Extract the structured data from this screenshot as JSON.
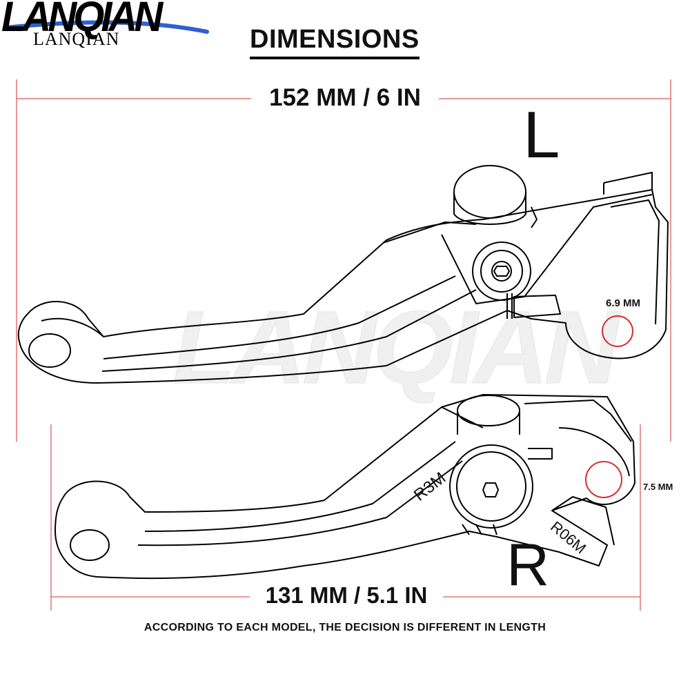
{
  "brand": {
    "logo": "LANQIAN",
    "logo_sub": "LANQIAN",
    "watermark": "LANQIAN"
  },
  "heading": "DIMENSIONS",
  "dimensions": {
    "overall_length": "152 MM / 6 IN",
    "short_length": "131 MM / 5.1 IN"
  },
  "levers": {
    "left_label": "L",
    "right_label": "R",
    "left_hole": "6.9 MM",
    "right_hole": "7.5 MM",
    "engraving_1": "R3M",
    "engraving_2": "R06M"
  },
  "note": "ACCORDING TO EACH MODEL, THE DECISION IS DIFFERENT IN LENGTH",
  "colors": {
    "line": "#000000",
    "dimension_line": "#d32f2f",
    "logo_swoosh": "#2f5fd0"
  }
}
